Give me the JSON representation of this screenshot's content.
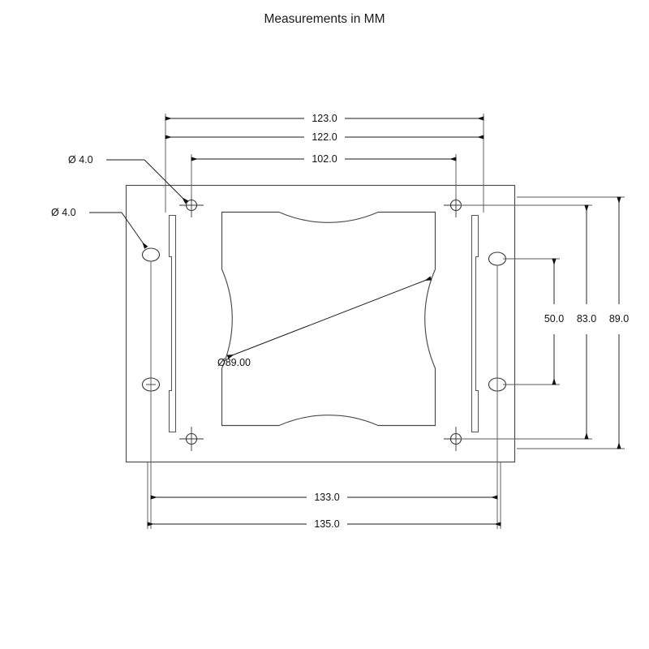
{
  "title": "Measurements in MM",
  "drawing": {
    "units": "MM",
    "type": "mechanical-plate-outline",
    "stroke_color": "#4a4a4a",
    "dimension_color": "#111111",
    "background": "#ffffff"
  },
  "dimensions": {
    "top": [
      {
        "name": "overall-top-123",
        "label": "123.0",
        "value": 123.0
      },
      {
        "name": "overall-top-122",
        "label": "122.0",
        "value": 122.0
      },
      {
        "name": "hole-spacing-102",
        "label": "102.0",
        "value": 102.0
      }
    ],
    "bottom": [
      {
        "name": "overall-bottom-133",
        "label": "133.0",
        "value": 133.0
      },
      {
        "name": "overall-bottom-135",
        "label": "135.0",
        "value": 135.0
      }
    ],
    "right": [
      {
        "name": "oval-spacing-50",
        "label": "50.0",
        "value": 50.0
      },
      {
        "name": "hole-spacing-83",
        "label": "83.0",
        "value": 83.0
      },
      {
        "name": "overall-height-89",
        "label": "89.0",
        "value": 89.0
      }
    ]
  },
  "callouts": [
    {
      "name": "diameter-callout-top-hole",
      "label": "Ø 4.0",
      "value": 4.0,
      "target": "top-left-mounting-hole"
    },
    {
      "name": "diameter-callout-oval-hole",
      "label": "Ø 4.0",
      "value": 4.0,
      "target": "left-upper-oval-hole"
    },
    {
      "name": "diameter-callout-center-cutout",
      "label": "Ø89.00",
      "value": 89.0,
      "target": "central-circular-cutout"
    }
  ],
  "features": {
    "mounting_holes": {
      "name": "corner-mounting-holes",
      "count": 4,
      "diameter_label": "Ø 4.0"
    },
    "oval_holes": {
      "name": "side-oval-holes",
      "count": 4,
      "diameter_label": "Ø 4.0"
    },
    "slots": {
      "name": "vertical-slots",
      "count": 2
    },
    "center_cutout": {
      "name": "central-cutout",
      "diameter_label": "Ø89.00"
    }
  }
}
